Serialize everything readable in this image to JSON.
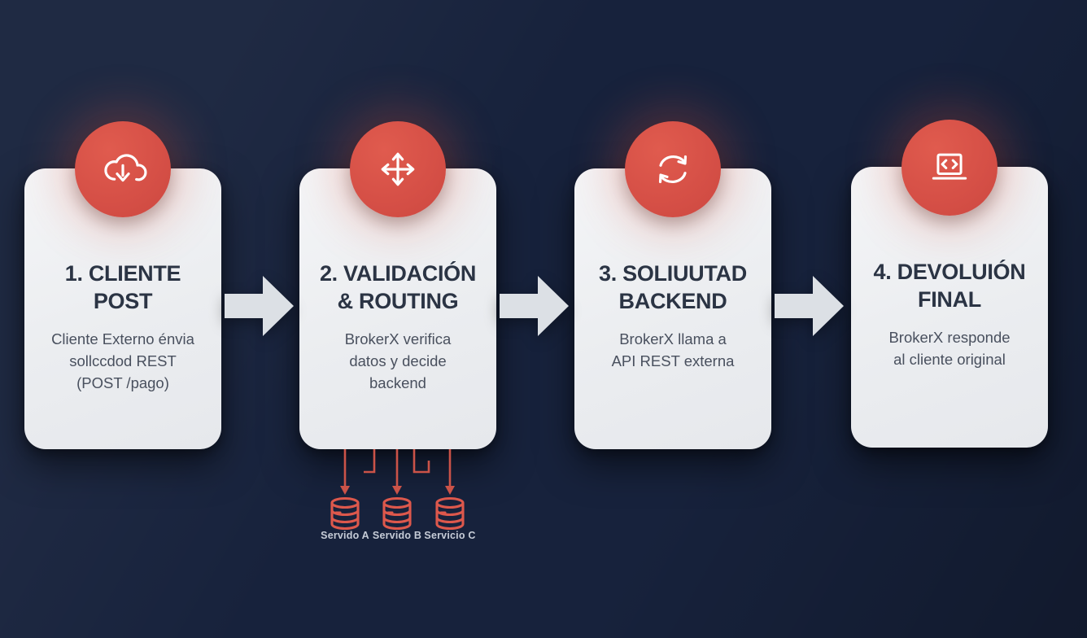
{
  "cards": [
    {
      "icon": "cloud-download-icon",
      "title_lines": [
        "1. CLIENTE",
        "POST"
      ],
      "body_lines": [
        "Cliente Externo énvia",
        "sollccdod REST",
        "(POST /pago)"
      ]
    },
    {
      "icon": "route-arrows-icon",
      "title_lines": [
        "2. VALIDACIÓN",
        "& ROUTING"
      ],
      "body_lines": [
        "BrokerX verifica",
        "datos y decide",
        "backend"
      ]
    },
    {
      "icon": "sync-arrows-icon",
      "title_lines": [
        "3. SOLIUUTAD",
        "BACKEND"
      ],
      "body_lines": [
        "BrokerX llama a",
        "API REST externa"
      ]
    },
    {
      "icon": "laptop-code-icon",
      "title_lines": [
        "4. DEVOLUIÓN",
        "FINAL"
      ],
      "body_lines": [
        "BrokerX responde",
        "al cliente original"
      ]
    }
  ],
  "services": [
    {
      "label": "Servido A"
    },
    {
      "label": "Servido B"
    },
    {
      "label": "Servicio C"
    }
  ],
  "colors": {
    "accent_red": "#d5504 6",
    "connector_red": "#cb5348",
    "card_background": "#edeff2",
    "page_background": "#17223c",
    "title_text": "#2b3444",
    "body_text": "#49505e",
    "arrow_fill": "#dce0e5",
    "service_label_text": "#c6ccd7"
  }
}
